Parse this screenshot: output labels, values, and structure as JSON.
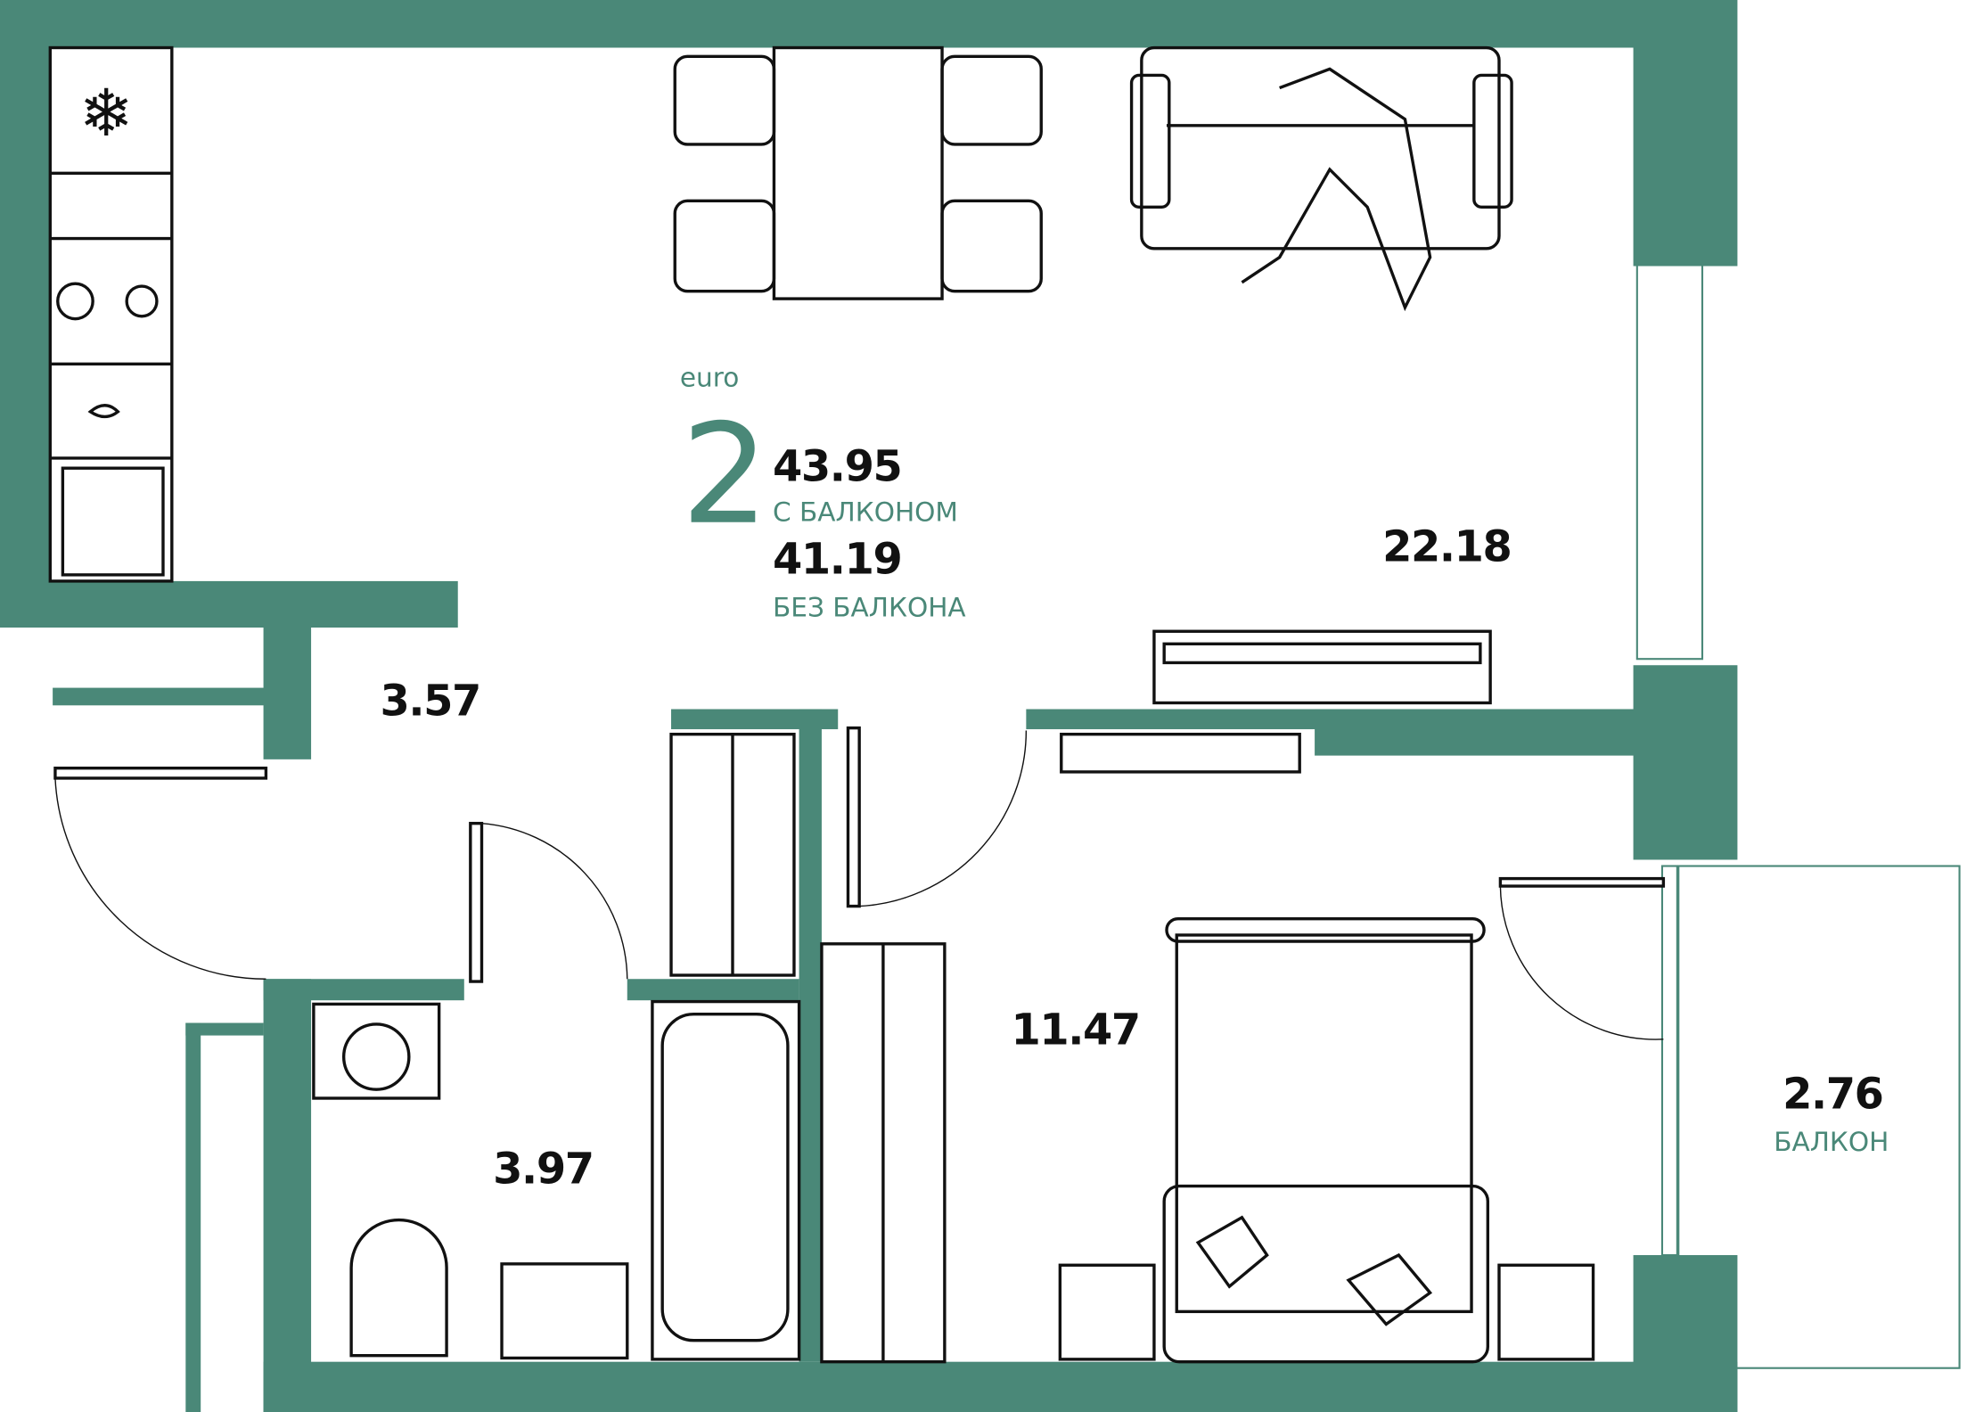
{
  "plan": {
    "type_label": "euro",
    "rooms_count": "2",
    "total_area_with_balcony": "43.95",
    "with_balcony_label": "С БАЛКОНОМ",
    "total_area_without_balcony": "41.19",
    "without_balcony_label": "БЕЗ БАЛКОНА",
    "rooms": [
      {
        "name": "living-kitchen",
        "area": "22.18"
      },
      {
        "name": "hallway",
        "area": "3.57"
      },
      {
        "name": "bathroom",
        "area": "3.97"
      },
      {
        "name": "bedroom",
        "area": "11.47"
      },
      {
        "name": "balcony",
        "area": "2.76",
        "label": "БАЛКОН"
      }
    ]
  },
  "colors": {
    "wall": "#4a8878",
    "text": "#111111",
    "accent": "#4a8878"
  }
}
